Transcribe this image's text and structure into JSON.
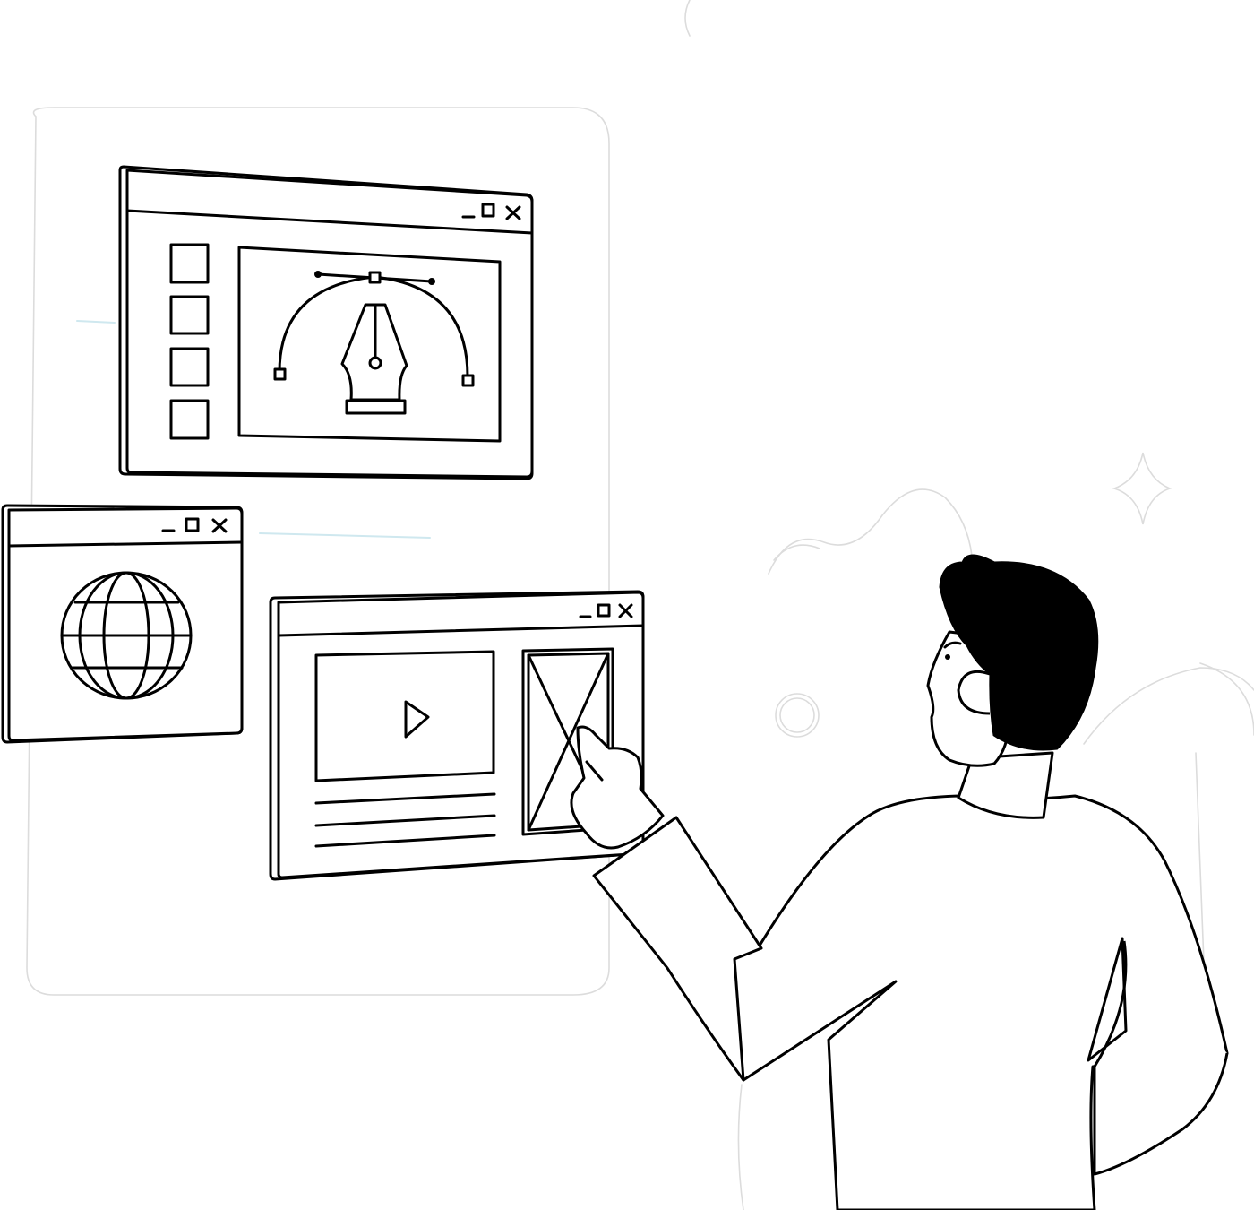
{
  "illustration": {
    "subject": "person-pointing-at-ui-windows",
    "colors": {
      "line": "#000000",
      "background": "#ffffff",
      "hair": "#000000",
      "faint_background_lines": "#dcdcdc"
    },
    "windows": [
      {
        "id": "design-window",
        "icons": [
          "minimize-icon",
          "maximize-icon",
          "close-icon",
          "pen-tool-icon",
          "bezier-curve-icon"
        ],
        "sidebar_square_count": 4
      },
      {
        "id": "globe-window",
        "icons": [
          "minimize-icon",
          "maximize-icon",
          "close-icon",
          "globe-icon"
        ]
      },
      {
        "id": "media-window",
        "icons": [
          "minimize-icon",
          "maximize-icon",
          "close-icon",
          "play-icon",
          "image-placeholder-icon"
        ],
        "text_line_count": 3
      }
    ],
    "decorations": [
      "sparkle-icon",
      "circle-outline",
      "wavy-line"
    ]
  }
}
